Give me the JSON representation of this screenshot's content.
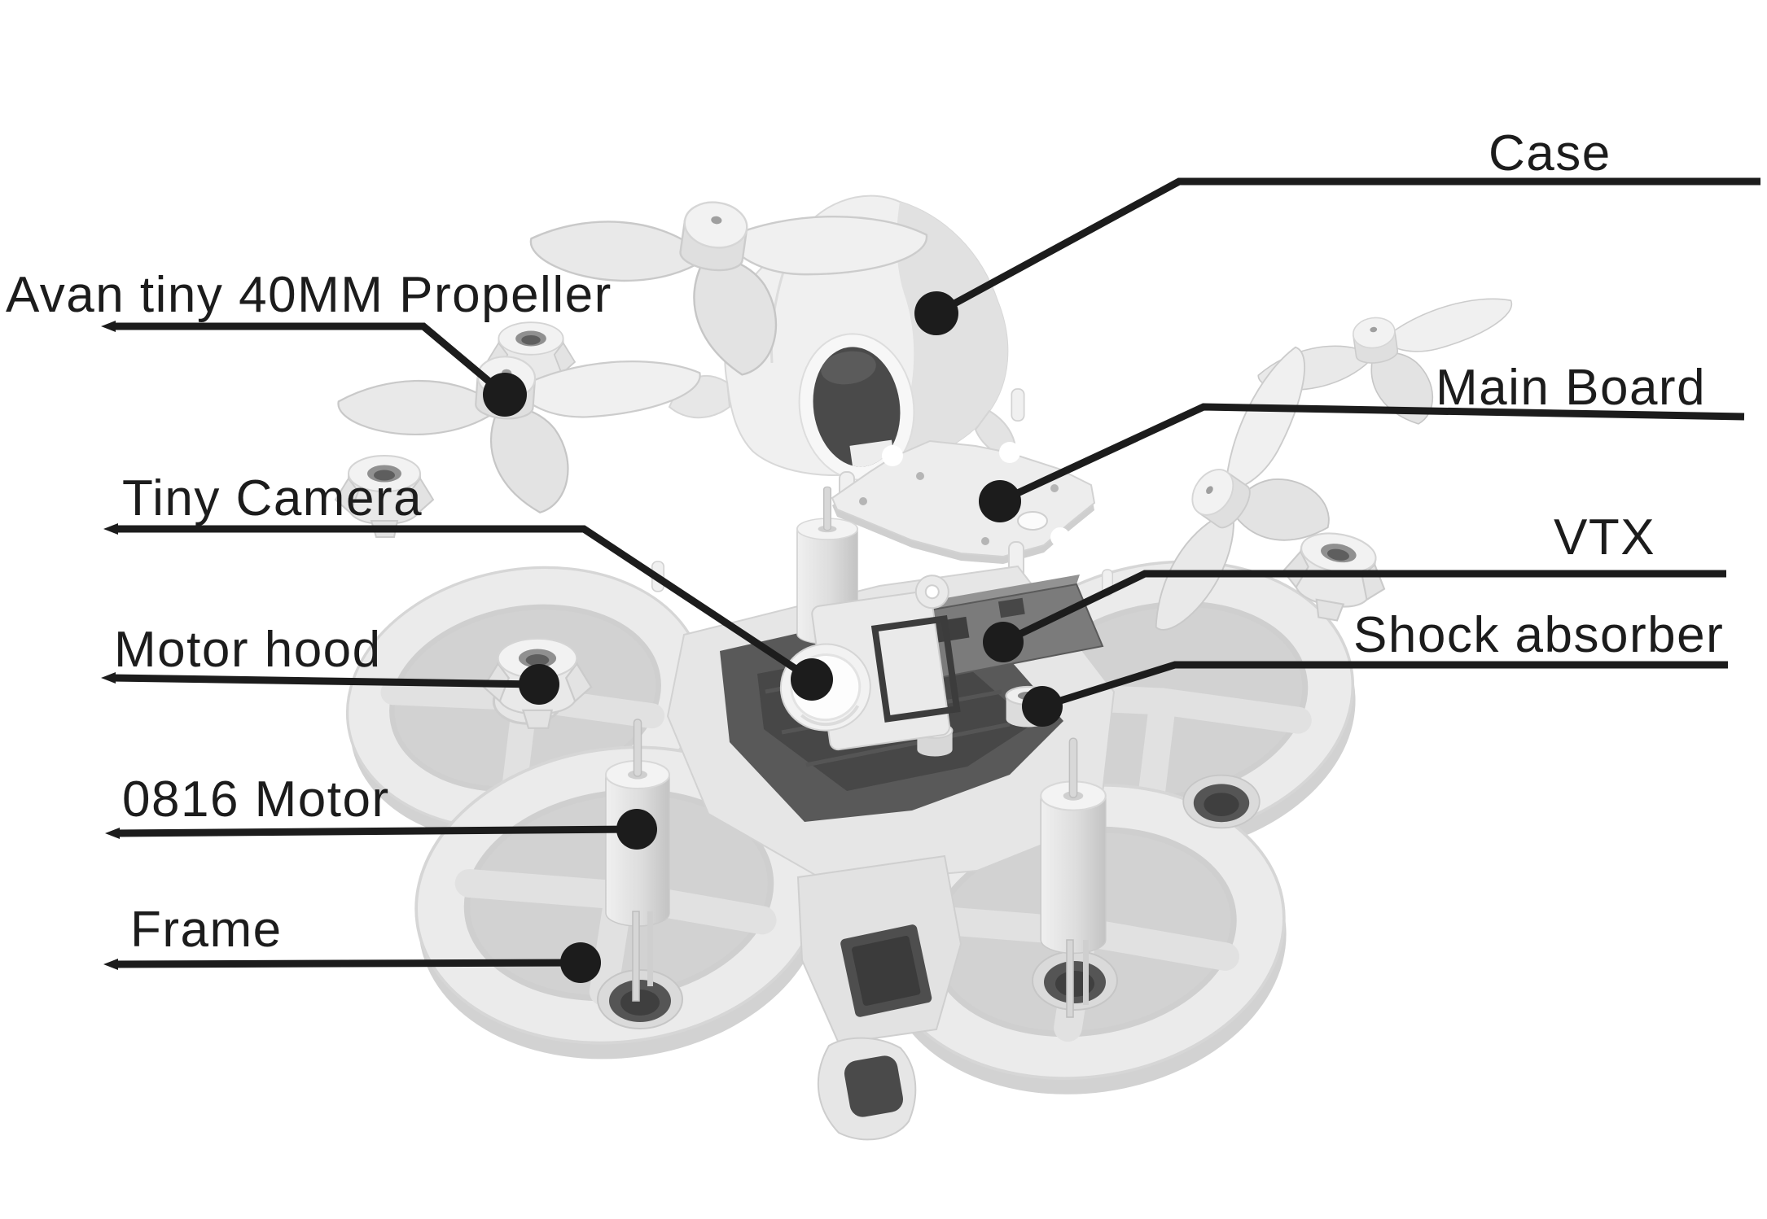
{
  "diagram": {
    "type": "exploded-parts-diagram",
    "subject": "Mini whoop FPV drone exploded view",
    "background_color": "#ffffff",
    "line_color": "#1c1c1c",
    "text_color": "#1c1c1c",
    "part_base_color": "#ebebeb",
    "part_shade_color": "#d6d6d6",
    "part_dark_color": "#4a4a4a",
    "labels": [
      {
        "id": "case",
        "text": "Case"
      },
      {
        "id": "avan-propeller",
        "text": "Avan tiny 40MM Propeller"
      },
      {
        "id": "main-board",
        "text": "Main Board"
      },
      {
        "id": "tiny-camera",
        "text": "Tiny Camera"
      },
      {
        "id": "vtx",
        "text": "VTX"
      },
      {
        "id": "shock-absorber",
        "text": "Shock absorber"
      },
      {
        "id": "motor-hood",
        "text": "Motor hood"
      },
      {
        "id": "motor-0816",
        "text": "0816 Motor"
      },
      {
        "id": "frame",
        "text": "Frame"
      }
    ]
  }
}
